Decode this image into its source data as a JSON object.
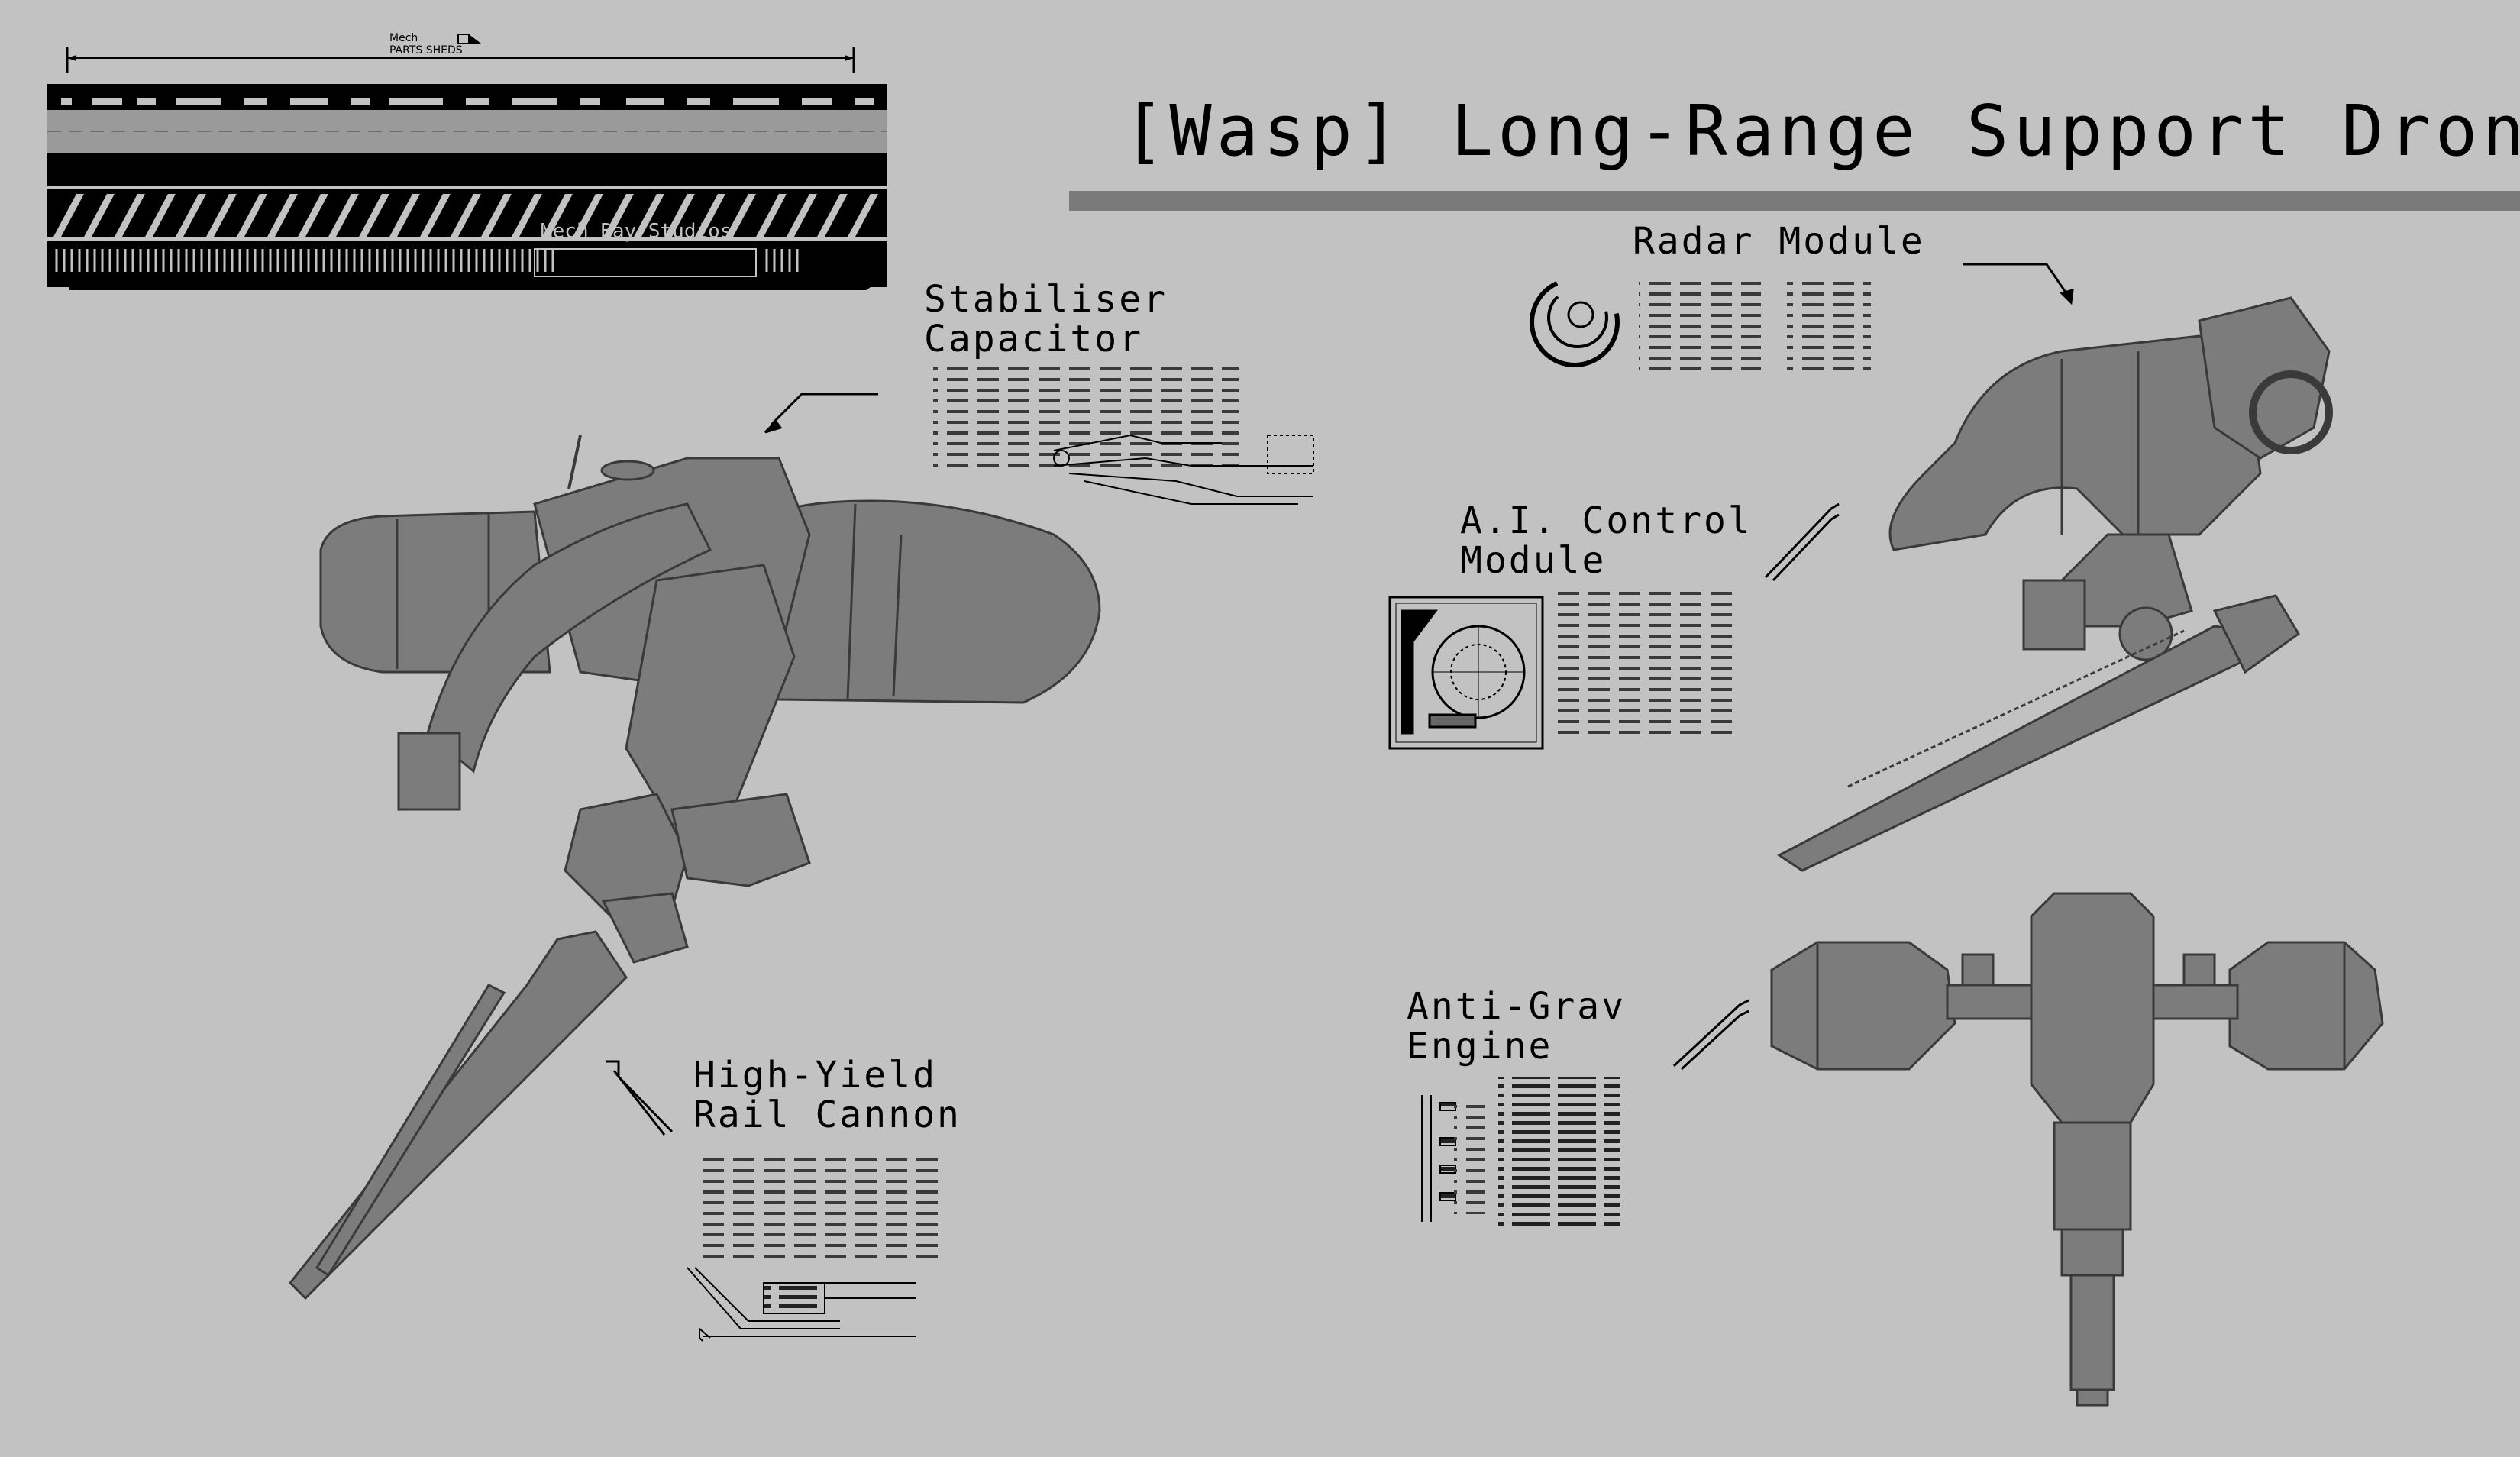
{
  "header": {
    "logo_small_top": "Mech",
    "logo_small_sub": "PARTS SHEDS",
    "studio_label": "Mech Bay Studios"
  },
  "title": "[Wasp] Long-Range Support Drone",
  "callouts": [
    {
      "id": "stabiliser",
      "label": "Stabiliser\nCapacitor"
    },
    {
      "id": "radar",
      "label": "Radar Module"
    },
    {
      "id": "ai",
      "label": "A.I. Control\nModule"
    },
    {
      "id": "rail",
      "label": "High-Yield\nRail Cannon"
    },
    {
      "id": "antigrav",
      "label": "Anti-Grav\nEngine"
    }
  ],
  "colors": {
    "background": "#c2c2c2",
    "drone_body": "#7c7c7c",
    "drone_outline": "#3a3a3a",
    "title_bar": "#7a7a7a",
    "ink": "#000000"
  },
  "icons": [
    "ruler-icon",
    "radar-dish-icon",
    "ai-module-schematic-icon",
    "circuit-schematic-icon",
    "rail-schematic-icon",
    "engine-readout-icon"
  ]
}
